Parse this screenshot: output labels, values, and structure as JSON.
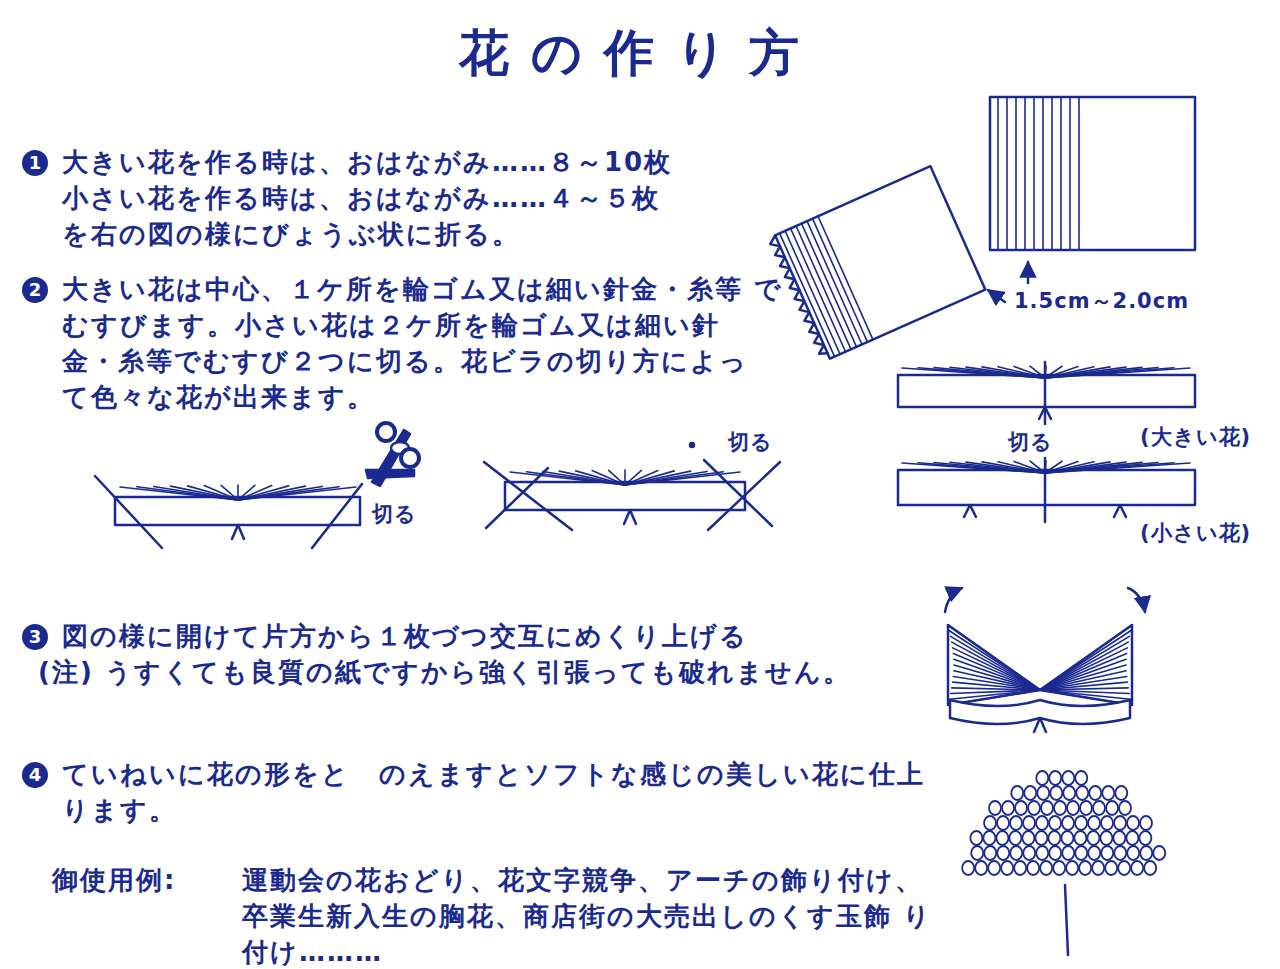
{
  "diagram": {
    "title": "花の作り方",
    "labels": [
      "1",
      "大きい花を作る時は、おはながみ……８～10枚 小さい花を作る時は、おはながみ……４～５枚 を右の図の様にびょうぶ状に折る。",
      "1.5cm～2.0cm",
      "2",
      "大きい花は中心、１ケ所を輪ゴム又は細い針金・糸等 でむすびます。小さい花は２ケ所を輪ゴム又は細い針 金・糸等でむすび２つに切る。花ビラの切り方によっ て色々な花が出来ます。",
      "切る",
      "切る",
      "切る",
      "(大きい花)",
      "(小さい花)",
      "3",
      "図の様に開けて片方から１枚づつ交互にめくり上げる",
      "(注) うすくても良質の紙ですから強く引張っても破れません。",
      "4",
      "ていねいに花の形をとゝのえますとソフトな感じの美しい花に仕上 ります。",
      "御使用例:",
      "運動会の花おどり、花文字競争、アーチの飾り付け、 卒業生新入生の胸花、商店街の大売出しのくす玉飾 り付け………"
    ]
  }
}
